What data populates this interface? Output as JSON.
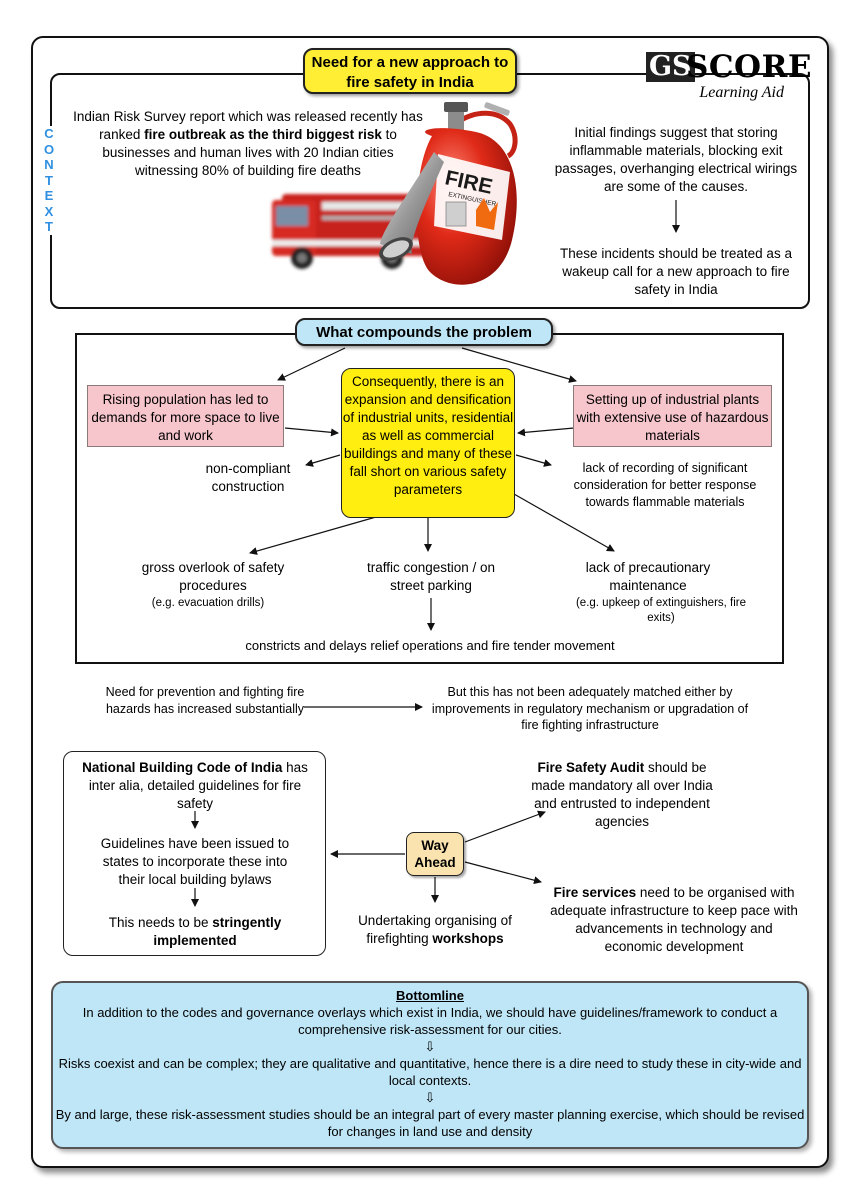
{
  "header": {
    "title": "Need for a new approach to fire safety in India",
    "logo_gs": "GS",
    "logo_score": "SCORE",
    "logo_tagline": "Learning Aid"
  },
  "context": {
    "side_label": [
      "C",
      "O",
      "N",
      "T",
      "E",
      "X",
      "T"
    ],
    "left_text_a": "Indian Risk Survey report which was released recently has ranked ",
    "left_text_bold": "fire outbreak as the third biggest risk",
    "left_text_b": " to businesses and human lives with 20 Indian cities witnessing 80% of building fire deaths",
    "right_text_1": "Initial findings suggest that storing inflammable materials, blocking exit passages, overhanging electrical wirings are some of the causes.",
    "right_text_2": "These incidents should be treated as a wakeup call for a new approach to fire safety in India",
    "extinguisher_label_1": "FIRE",
    "extinguisher_label_2": "EXTINGUISHER"
  },
  "problem": {
    "title": "What compounds the problem",
    "left_pink": "Rising population has led to demands for more space to live and work",
    "center": "Consequently, there is an expansion and densification of industrial units, residential as well as commercial buildings and many of these fall short on various safety parameters",
    "right_pink": "Setting up of industrial plants with extensive use of hazardous materials",
    "non_compliant": "non-compliant construction",
    "lack_recording": "lack of recording of significant consideration for better response towards flammable materials",
    "gross_overlook": "gross overlook of safety procedures",
    "gross_overlook_eg": "(e.g. evacuation drills)",
    "traffic": "traffic congestion / on street parking",
    "lack_maintenance": "lack of precautionary maintenance",
    "lack_maintenance_eg": "(e.g. upkeep of extinguishers, fire exits)",
    "constricts": "constricts and delays relief operations and fire tender movement"
  },
  "need": {
    "left": "Need for prevention and fighting fire hazards has increased substantially",
    "right": "But this has not been adequately matched either by improvements in regulatory mechanism or upgradation of fire fighting infrastructure"
  },
  "way_ahead": {
    "label_1": "Way",
    "label_2": "Ahead",
    "nbc_bold": "National Building Code of India",
    "nbc_rest": " has inter alia, detailed guidelines for fire safety",
    "guidelines": "Guidelines have been issued to states to incorporate these into their local building bylaws",
    "stringent_a": "This needs to be ",
    "stringent_bold": "stringently implemented",
    "audit_bold": "Fire Safety Audit",
    "audit_rest": " should be made mandatory all over India and entrusted to independent agencies",
    "services_bold": "Fire services",
    "services_rest": " need to be organised with adequate infrastructure to keep pace with advancements in technology and economic development",
    "workshops_a": "Undertaking organising of firefighting ",
    "workshops_bold": "workshops"
  },
  "bottomline": {
    "title": "Bottomline",
    "p1": "In addition to the codes and governance overlays which exist in India, we should have guidelines/framework to conduct a comprehensive risk-assessment for our cities.",
    "arrow": "⇩",
    "p2": "Risks coexist and can be complex; they are qualitative and quantitative, hence there is a dire need to study these in city-wide and local contexts.",
    "p3": "By and large, these risk-assessment studies should be an integral part of every master planning exercise, which should be revised for changes in land use and density"
  },
  "colors": {
    "title_yellow": "#ffee33",
    "context_blue": "#2f8fe0",
    "pink": "#f7c6cc",
    "center_yellow": "#ffee10",
    "light_blue": "#bfe6f6",
    "way_ahead": "#fbe3b0"
  }
}
